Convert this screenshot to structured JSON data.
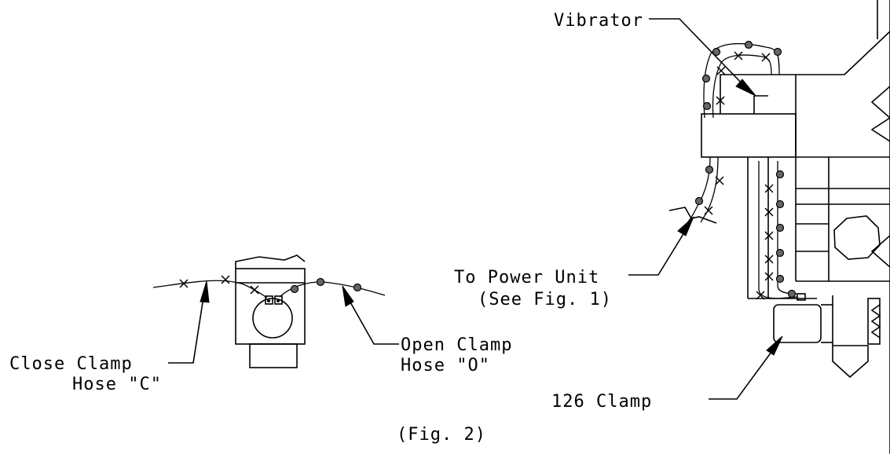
{
  "labels": {
    "vibrator": "Vibrator",
    "to_power_unit_line1": "To Power Unit",
    "to_power_unit_line2": "(See Fig. 1)",
    "clamp": "126 Clamp",
    "close_clamp_line1": "Close Clamp",
    "close_clamp_line2": "Hose \"C\"",
    "open_clamp_line1": "Open Clamp",
    "open_clamp_line2": "Hose \"O\"",
    "figure_caption": "(Fig. 2)"
  }
}
